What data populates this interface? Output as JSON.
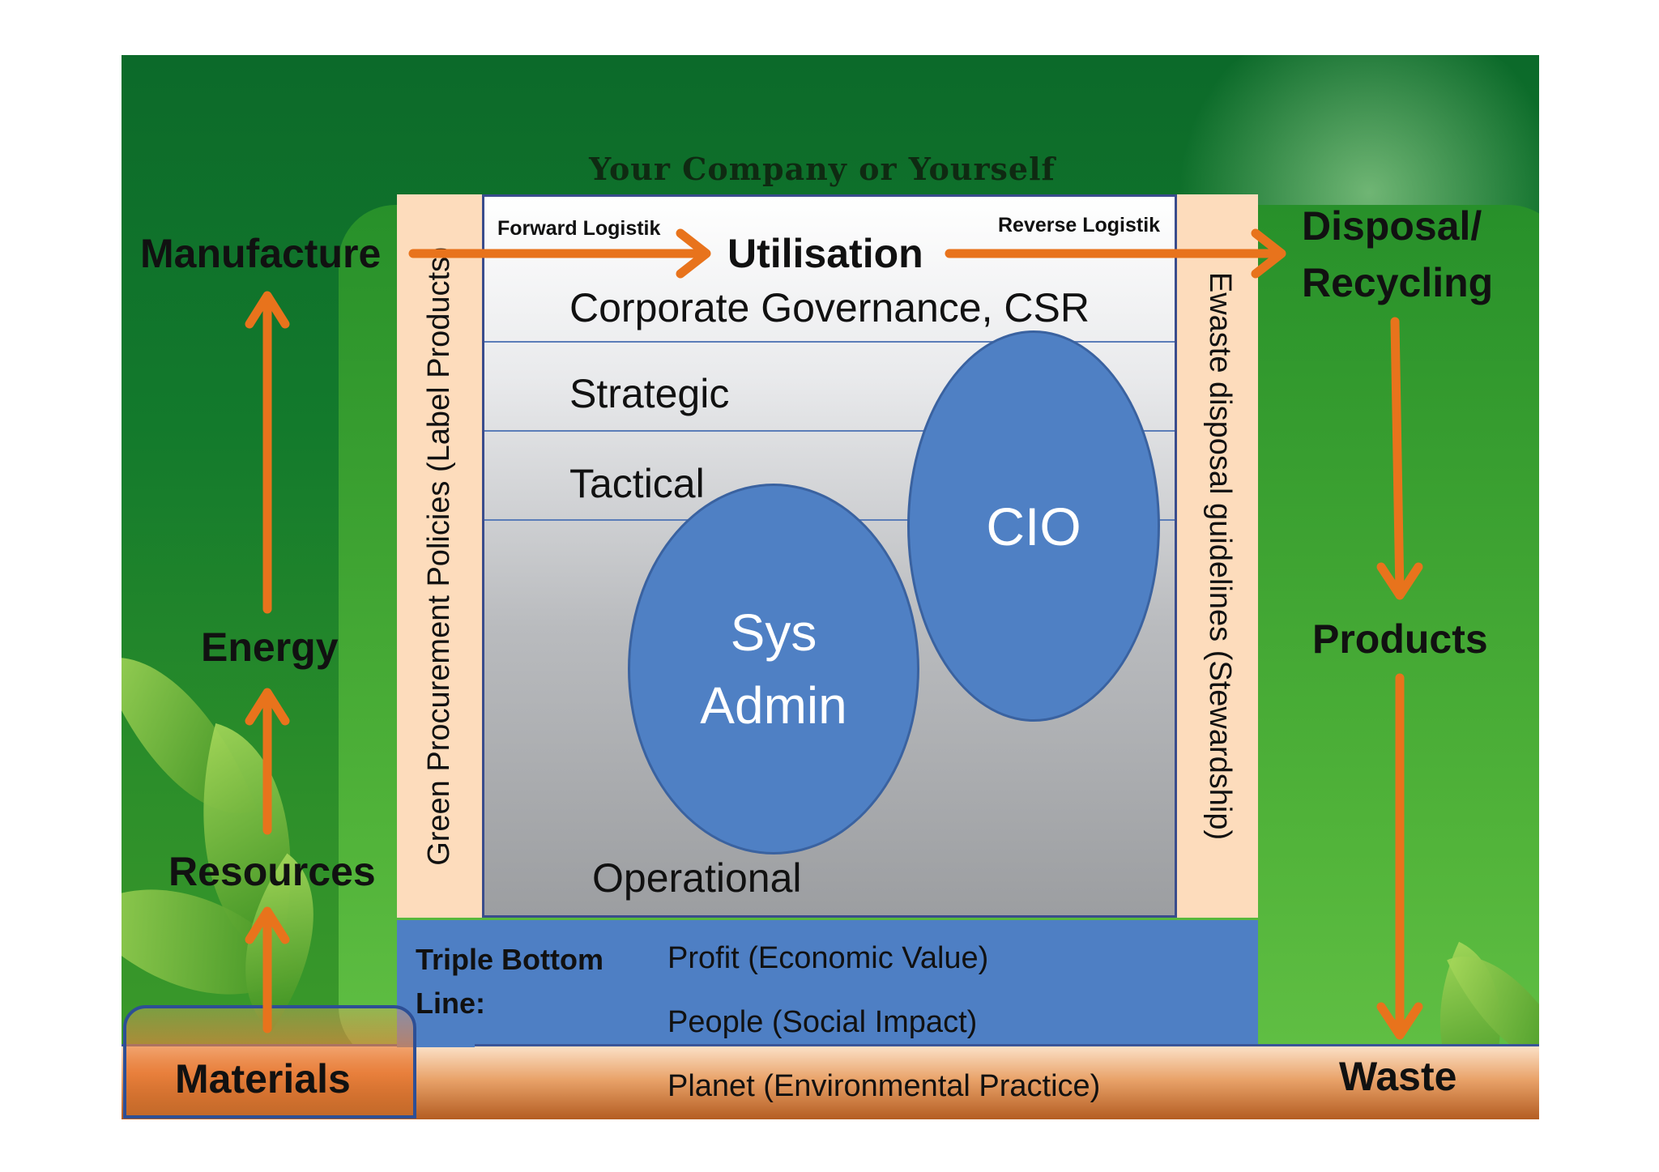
{
  "title": "Your Company or Yourself",
  "flow": {
    "manufacture": "Manufacture",
    "energy": "Energy",
    "resources": "Resources",
    "materials": "Materials",
    "forward_logistik": "Forward Logistik",
    "utilisation": "Utilisation",
    "reverse_logistik": "Reverse Logistik",
    "disposal": "Disposal/",
    "recycling": "Recycling",
    "products": "Products",
    "waste": "Waste"
  },
  "levels": {
    "corporate": "Corporate Governance, CSR",
    "strategic": "Strategic",
    "tactical": "Tactical",
    "operational": "Operational"
  },
  "roles": {
    "cio": "CIO",
    "sys": "Sys",
    "admin": "Admin"
  },
  "side_policies": {
    "left": "Green Procurement Policies (Label Products)",
    "right": "Ewaste disposal guidelines (Stewardship)"
  },
  "triple_bottom": {
    "label_line1": "Triple Bottom",
    "label_line2": "Line:",
    "profit": "Profit (Economic Value)",
    "people": "People (Social Impact)",
    "planet": "Planet (Environmental Practice)"
  },
  "colors": {
    "arrow": "#e8731c",
    "oval": "#4f80c4",
    "side_column": "#fddcbc",
    "background": "#137a2c"
  }
}
